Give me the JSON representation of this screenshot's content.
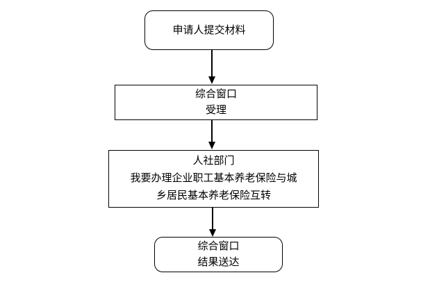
{
  "colors": {
    "background": "#ffffff",
    "line": "#000000",
    "text": "#000000"
  },
  "flowchart": {
    "nodes": [
      {
        "id": "applicant-submit",
        "shape": "rounded-rect",
        "lines": [
          "申请人提交材料"
        ]
      },
      {
        "id": "window-accept",
        "shape": "rect",
        "lines": [
          "综合窗口",
          "受理"
        ]
      },
      {
        "id": "hr-department",
        "shape": "rect",
        "lines": [
          "人社部门",
          "我要办理企业职工基本养老保险与城",
          "乡居民基本养老保险互转"
        ]
      },
      {
        "id": "window-result",
        "shape": "rounded-rect",
        "lines": [
          "综合窗口",
          "结果送达"
        ]
      }
    ],
    "connectors": [
      {
        "from": "applicant-submit",
        "to": "window-accept",
        "type": "arrow-down"
      },
      {
        "from": "window-accept",
        "to": "hr-department",
        "type": "arrow-down"
      },
      {
        "from": "hr-department",
        "to": "window-result",
        "type": "arrow-down"
      }
    ]
  }
}
